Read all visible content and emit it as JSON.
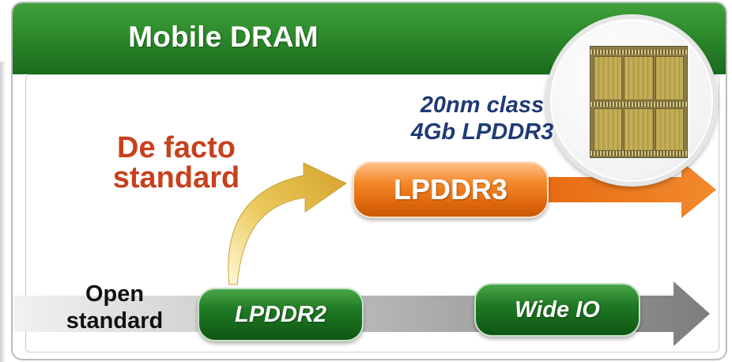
{
  "header": {
    "title": "Mobile DRAM"
  },
  "labels": {
    "de_facto": [
      "De facto",
      "standard"
    ],
    "open": [
      "Open",
      "standard"
    ]
  },
  "annotation": [
    "20nm class",
    "4Gb LPDDR3"
  ],
  "pills": {
    "lpddr3": "LPDDR3",
    "lpddr2": "LPDDR2",
    "wide_io": "Wide IO"
  },
  "colors": {
    "header_green": "#2d8a2b",
    "defacto_red": "#c8401c",
    "annotation_navy": "#1f3a76",
    "lpddr3_orange": "#f07a1e",
    "pill_green": "#1f7a24",
    "open_track_gray": "#8c8c8c",
    "curved_arrow_gold": "#e0b93a"
  }
}
